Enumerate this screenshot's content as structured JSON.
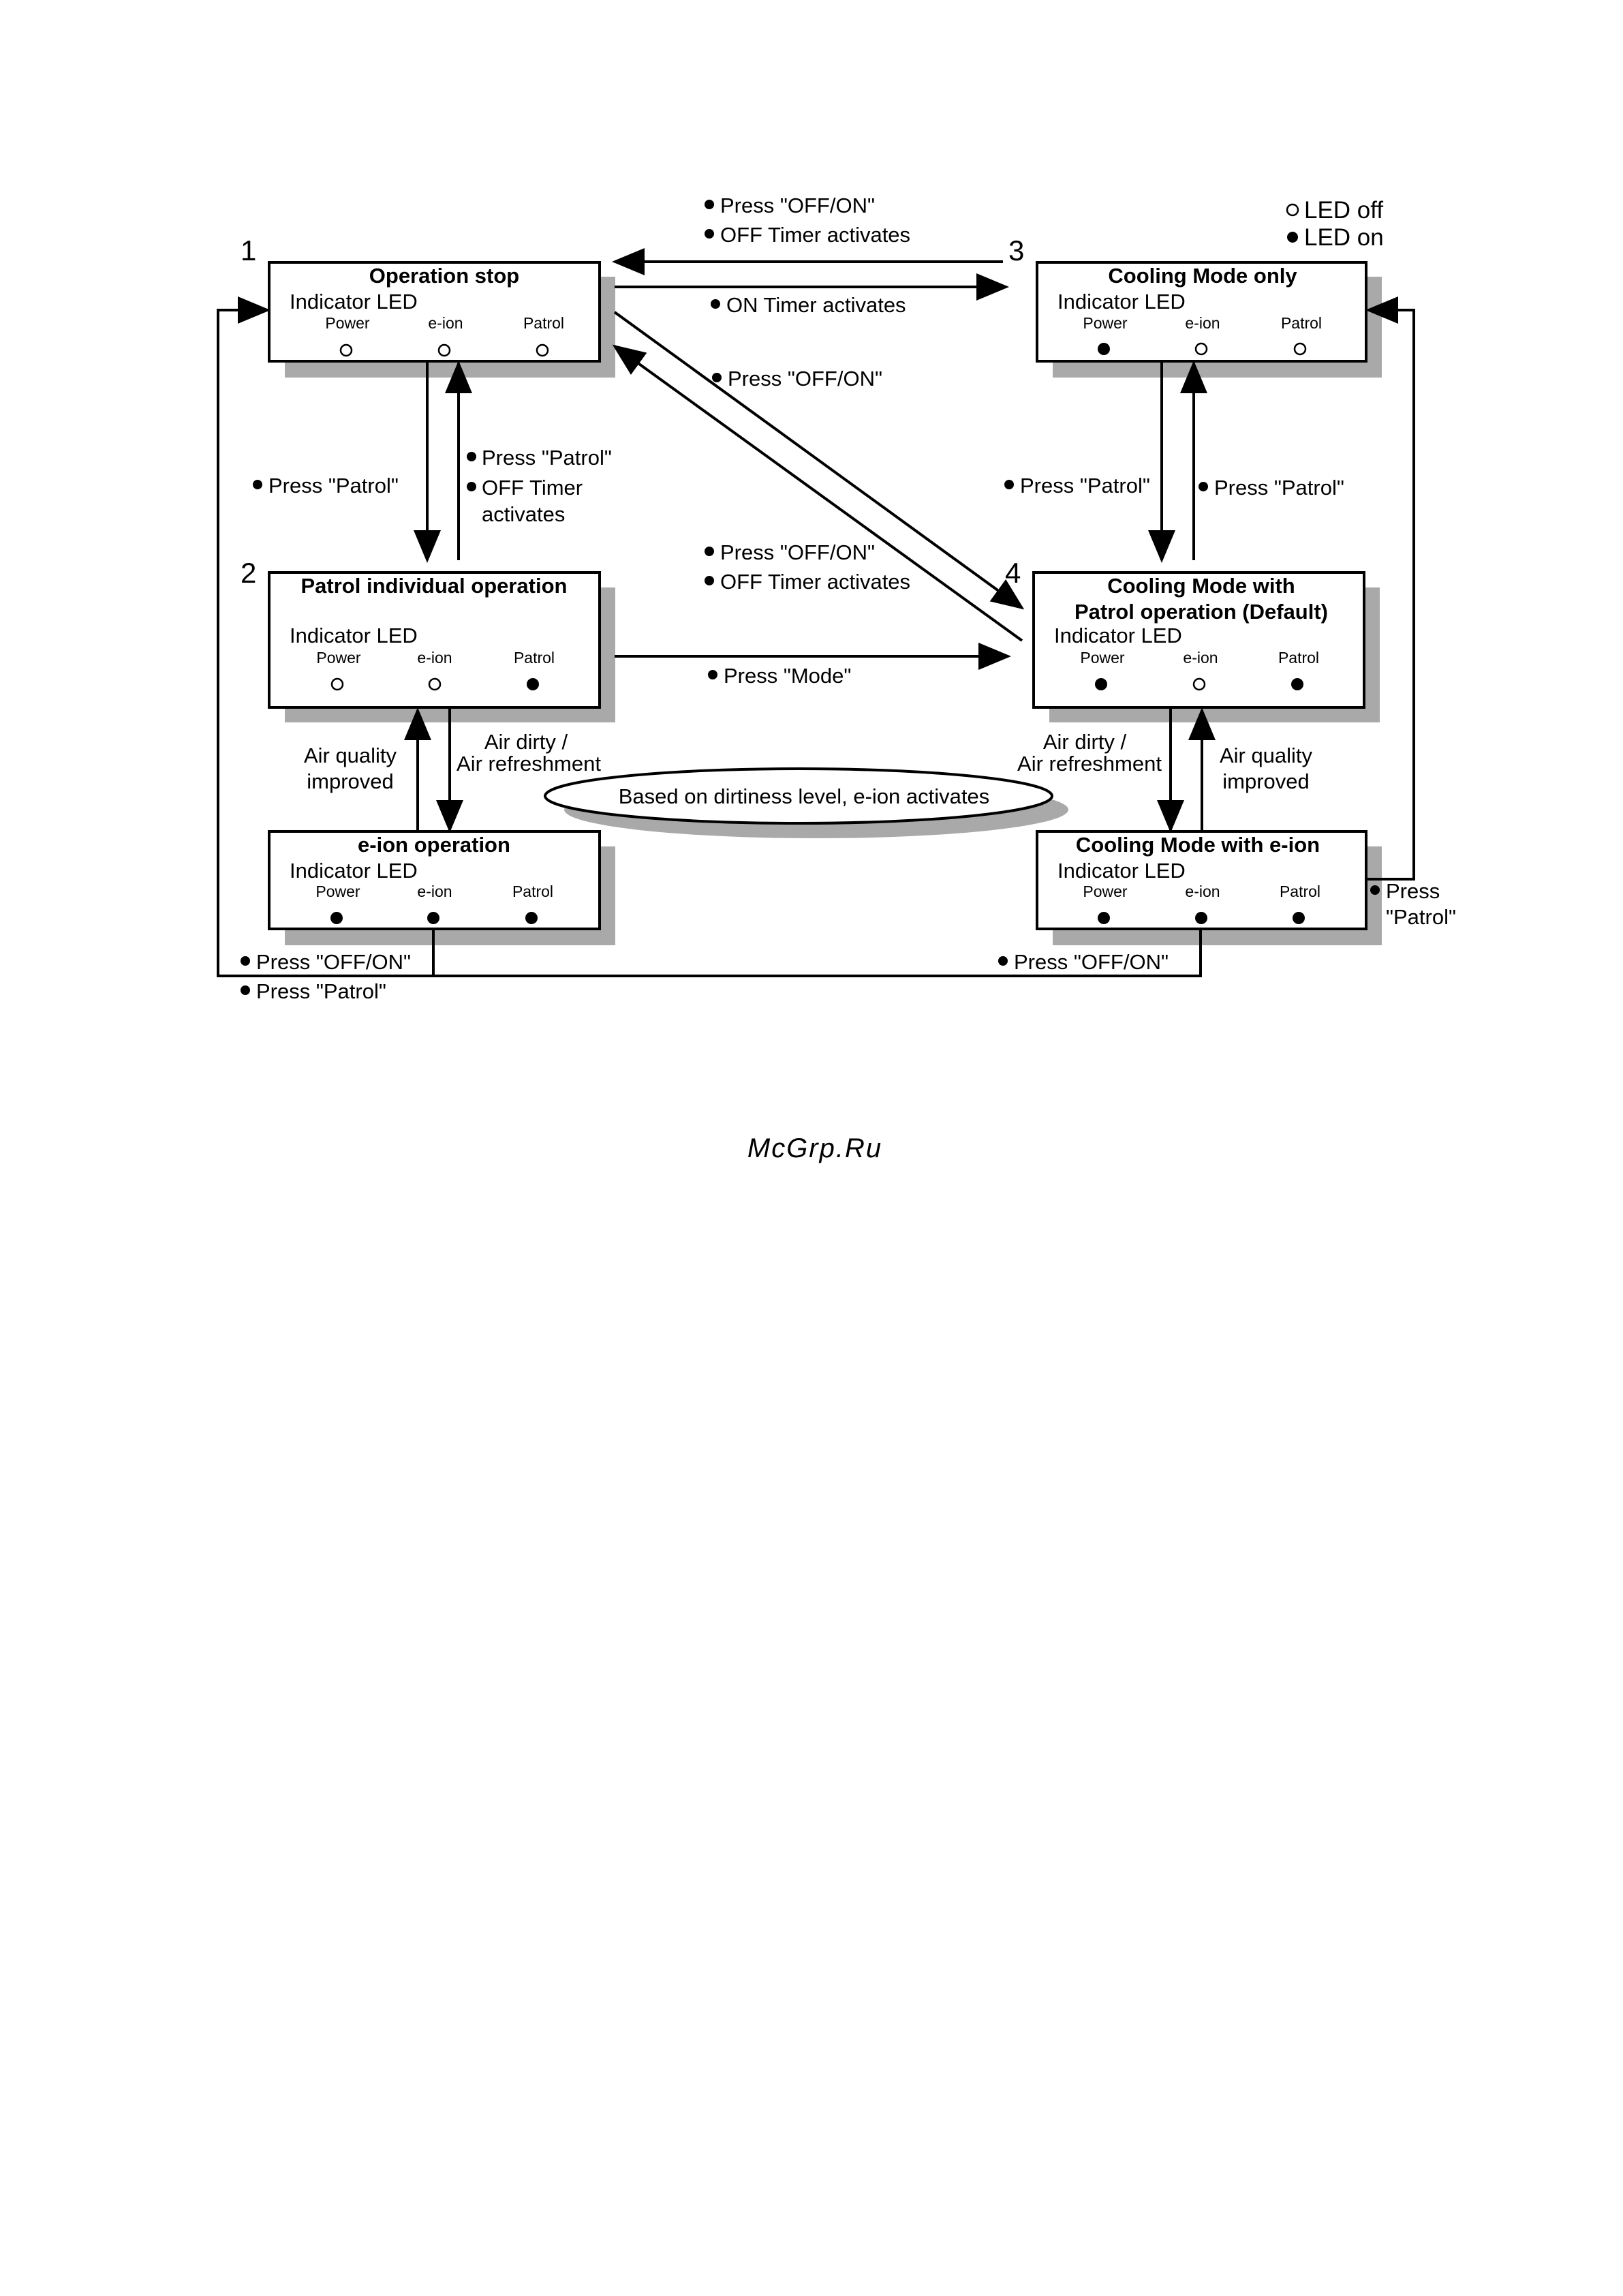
{
  "legend": {
    "off": "LED off",
    "on": "LED on"
  },
  "states": {
    "s1": {
      "number": "1",
      "title": "Operation stop",
      "led_label": "Indicator LED",
      "leds": [
        {
          "name": "Power",
          "on": false
        },
        {
          "name": "e-ion",
          "on": false
        },
        {
          "name": "Patrol",
          "on": false
        }
      ]
    },
    "s2": {
      "number": "2",
      "title": "Patrol individual operation",
      "led_label": "Indicator LED",
      "leds": [
        {
          "name": "Power",
          "on": false
        },
        {
          "name": "e-ion",
          "on": false
        },
        {
          "name": "Patrol",
          "on": true
        }
      ]
    },
    "s3": {
      "number": "3",
      "title": "Cooling Mode only",
      "led_label": "Indicator LED",
      "leds": [
        {
          "name": "Power",
          "on": true
        },
        {
          "name": "e-ion",
          "on": false
        },
        {
          "name": "Patrol",
          "on": false
        }
      ]
    },
    "s4": {
      "number": "4",
      "title_line1": "Cooling Mode with",
      "title_line2": "Patrol operation (Default)",
      "led_label": "Indicator LED",
      "leds": [
        {
          "name": "Power",
          "on": true
        },
        {
          "name": "e-ion",
          "on": false
        },
        {
          "name": "Patrol",
          "on": true
        }
      ]
    },
    "s5": {
      "title": "e-ion operation",
      "led_label": "Indicator LED",
      "leds": [
        {
          "name": "Power",
          "on": true
        },
        {
          "name": "e-ion",
          "on": true
        },
        {
          "name": "Patrol",
          "on": true
        }
      ]
    },
    "s6": {
      "title": "Cooling Mode with e-ion",
      "led_label": "Indicator LED",
      "leds": [
        {
          "name": "Power",
          "on": true
        },
        {
          "name": "e-ion",
          "on": true
        },
        {
          "name": "Patrol",
          "on": true
        }
      ]
    }
  },
  "transitions": {
    "t3_to_1": [
      "Press \"OFF/ON\"",
      "OFF Timer activates"
    ],
    "t1_to_3": [
      "ON Timer activates"
    ],
    "t1_to_4": [
      "Press \"OFF/ON\""
    ],
    "t4_to_1": [
      "Press \"OFF/ON\"",
      "OFF Timer activates"
    ],
    "t1_to_2": [
      "Press \"Patrol\""
    ],
    "t2_to_1": [
      "Press \"Patrol\"",
      "OFF Timer",
      "activates"
    ],
    "t3_to_4": [
      "Press \"Patrol\""
    ],
    "t4_to_3": [
      "Press \"Patrol\""
    ],
    "t2_to_4": [
      "Press \"Mode\""
    ],
    "t2_to_5": [
      "Air dirty /",
      "Air refreshment"
    ],
    "t5_to_2": [
      "Air quality",
      "improved"
    ],
    "t4_to_6": [
      "Air dirty /",
      "Air refreshment"
    ],
    "t6_to_4": [
      "Air quality",
      "improved"
    ],
    "t6_to_3": [
      "Press",
      "\"Patrol\""
    ],
    "t_bottom_left": [
      "Press \"OFF/ON\"",
      "Press \"Patrol\""
    ],
    "t_bottom_right": [
      "Press \"OFF/ON\""
    ]
  },
  "ellipse_note": "Based on dirtiness level, e-ion activates",
  "watermark": "McGrp.Ru"
}
